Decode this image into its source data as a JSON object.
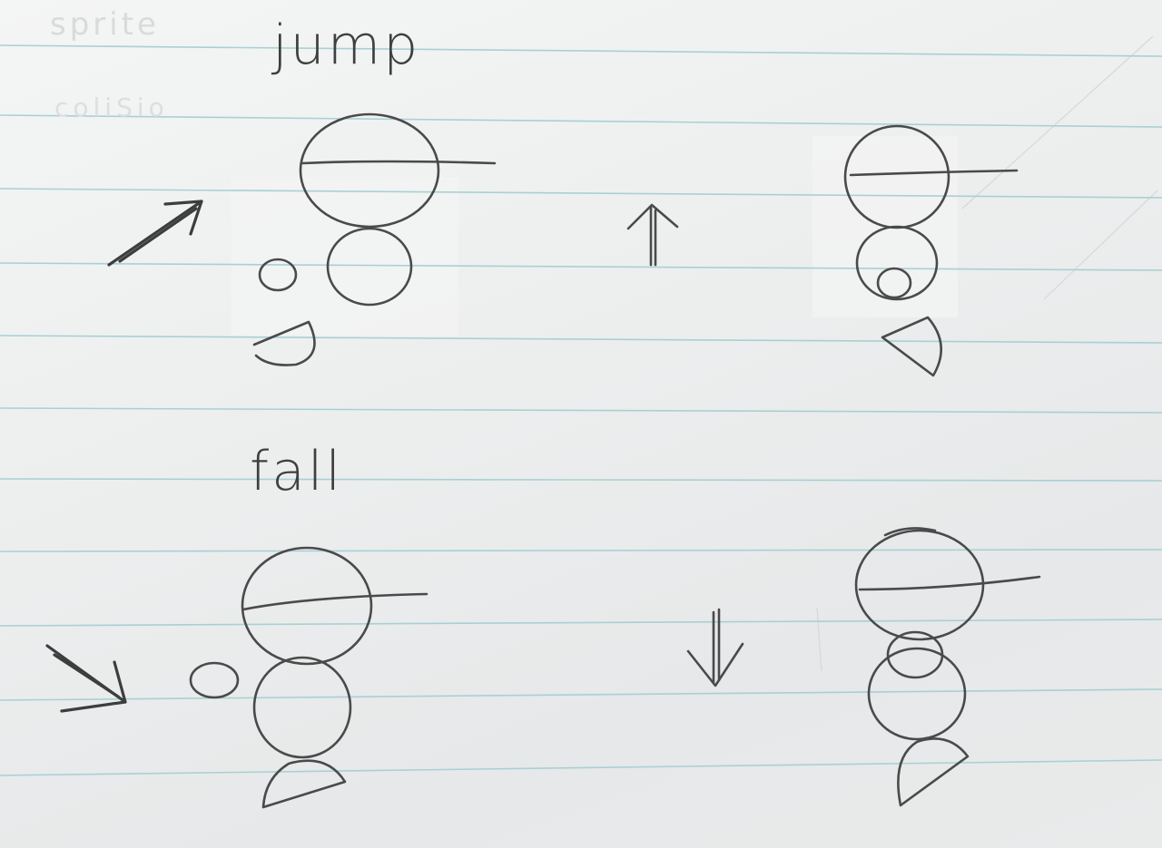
{
  "labels": {
    "jump": "jump",
    "fall": "fall"
  },
  "faint_writing": {
    "line1": "sprite",
    "line2": "coliSio"
  },
  "colors": {
    "paper": "#eceeed",
    "ruled_line": "#a9d0d3",
    "pencil": "#4a4a4a"
  },
  "sketches": {
    "jump_frame_1": {
      "direction_arrow": "diagonal-up-right"
    },
    "jump_frame_2": {
      "direction_arrow": "up"
    },
    "fall_frame_1": {
      "direction_arrow": "diagonal-down-right"
    },
    "fall_frame_2": {
      "direction_arrow": "down"
    }
  }
}
